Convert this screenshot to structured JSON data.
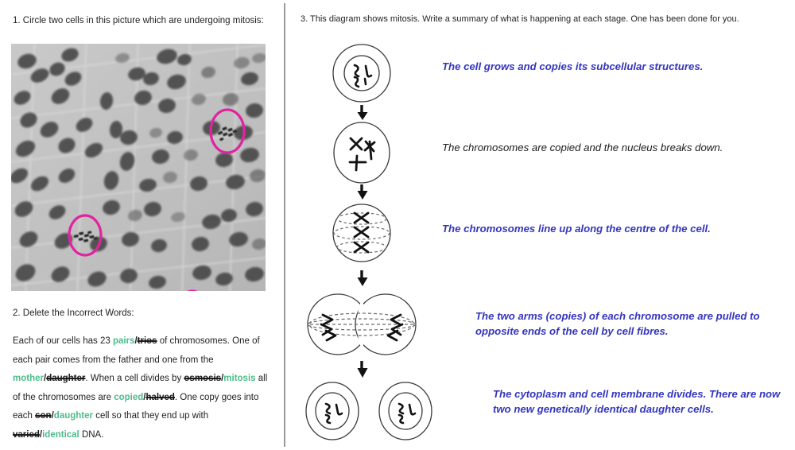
{
  "colors": {
    "annotation_pink": "#e024a0",
    "correct_word_green": "#4cbb8a",
    "student_answer_blue": "#3535bd",
    "example_answer_black": "#1b1b1b",
    "divider_gray": "#9a9a9a"
  },
  "left": {
    "q1": {
      "number": "1.",
      "text": "1. Circle two cells in this picture which are undergoing mitosis:",
      "image_alt": "Light micrograph of a plant root tip squash showing many stained cells; three cells in mitosis are circled in pink.",
      "annotation_count": 3
    },
    "q2": {
      "heading": "2. Delete the Incorrect Words:",
      "sentence_plain": "Each of our cells has 23 pairs/trios of chromosomes. One of each pair comes from the father and one from the mother/daughter. When a cell divides by osmosis/mitosis all of the chromosomes are copied/halved. One copy goes into each son/daughter cell so that they end up with varied/identical DNA.",
      "tokens": [
        {
          "type": "plain",
          "text": "Each of our cells has 23 "
        },
        {
          "type": "correct",
          "text": "pairs"
        },
        {
          "type": "slash",
          "text": "/"
        },
        {
          "type": "wrong",
          "text": "trios"
        },
        {
          "type": "plain",
          "text": " of chromosomes. One of each pair comes from the father and one from the "
        },
        {
          "type": "correct",
          "text": "mother"
        },
        {
          "type": "slash",
          "text": "/"
        },
        {
          "type": "wrong",
          "text": "daughter"
        },
        {
          "type": "plain",
          "text": ". When a cell divides by "
        },
        {
          "type": "wrong",
          "text": "osmosis"
        },
        {
          "type": "slash",
          "text": "/"
        },
        {
          "type": "correct",
          "text": "mitosis"
        },
        {
          "type": "plain",
          "text": " all of the chromosomes are "
        },
        {
          "type": "correct",
          "text": "copied"
        },
        {
          "type": "slash",
          "text": "/"
        },
        {
          "type": "wrong",
          "text": "halved"
        },
        {
          "type": "plain",
          "text": ". One copy goes into each "
        },
        {
          "type": "wrong",
          "text": "son"
        },
        {
          "type": "slash",
          "text": "/"
        },
        {
          "type": "correct",
          "text": "daughter"
        },
        {
          "type": "plain",
          "text": " cell so that they end up with "
        },
        {
          "type": "wrong",
          "text": "varied"
        },
        {
          "type": "slash",
          "text": "/"
        },
        {
          "type": "correct",
          "text": "identical"
        },
        {
          "type": "plain",
          "text": " DNA."
        }
      ]
    }
  },
  "right": {
    "q3": {
      "instruction": "3. This diagram shows mitosis. Write a summary of what is happening at each stage. One has been done for you."
    },
    "stages": [
      {
        "id": "stage-1-interphase",
        "diagram": "cell-with-nucleus-chromatin",
        "caption": "The cell grows and copies its subcellular structures.",
        "caption_style": "student-blue",
        "arrow_after": true
      },
      {
        "id": "stage-2-prophase",
        "diagram": "cell-with-four-chromosomes-no-nucleus",
        "caption": "The chromosomes are copied and the nucleus breaks down.",
        "caption_style": "example-black",
        "arrow_after": true
      },
      {
        "id": "stage-3-metaphase",
        "diagram": "cell-with-spindle-and-aligned-chromosomes",
        "caption": "The chromosomes line up along the centre of the cell.",
        "caption_style": "student-blue",
        "arrow_after": true
      },
      {
        "id": "stage-4-anaphase",
        "diagram": "two-lobed-cell-chromatids-pulled-apart",
        "caption": "The two arms (copies) of each chromosome are pulled to opposite ends of the cell by cell fibres.",
        "caption_style": "student-blue",
        "arrow_after": true
      },
      {
        "id": "stage-5-telophase-cytokinesis",
        "diagram": "two-separate-daughter-cells",
        "caption": "The cytoplasm and cell membrane divides. There are now two new genetically identical daughter cells.",
        "caption_style": "student-blue",
        "arrow_after": false
      }
    ]
  }
}
